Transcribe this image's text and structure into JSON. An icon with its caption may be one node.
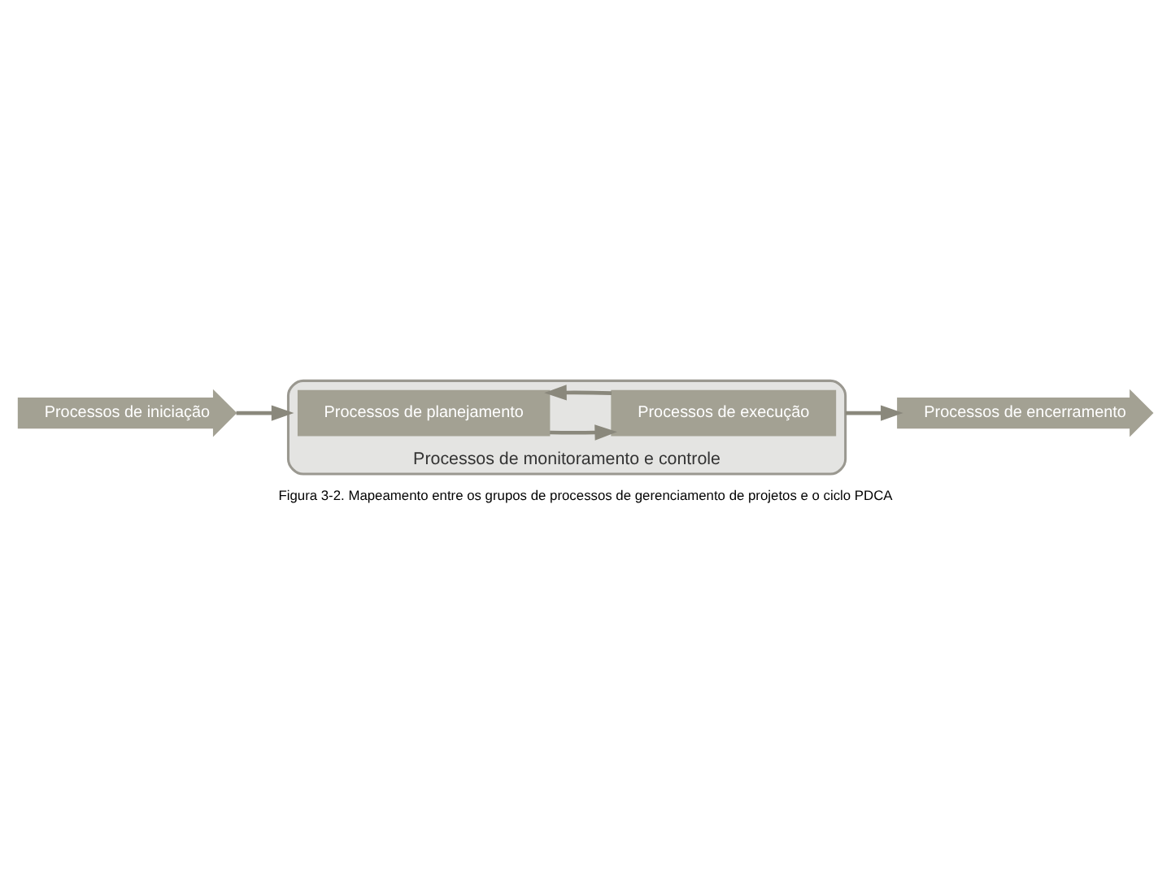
{
  "diagram": {
    "caption": "Figura 3-2. Mapeamento entre os grupos de processos de gerenciamento de projetos e o ciclo PDCA",
    "nodes": [
      {
        "text": [
          "Processos de monitoramento e controle"
        ]
      },
      {
        "text": [
          "Processos de iniciação"
        ]
      },
      {
        "text": [
          "Processos de planejamento"
        ],
        "in": 0
      },
      {
        "text": [
          "Processos de execução"
        ],
        "in": 0
      },
      {
        "text": [
          "Processos de encerramento"
        ]
      }
    ],
    "edges": [
      {
        "from": 1,
        "to": 0,
        "arrow": "to"
      },
      {
        "from": 2,
        "to": 3,
        "arrow": "to"
      },
      {
        "from": 3,
        "to": 2,
        "arrow": "to"
      },
      {
        "from": 0,
        "to": 4,
        "arrow": "to"
      }
    ]
  }
}
